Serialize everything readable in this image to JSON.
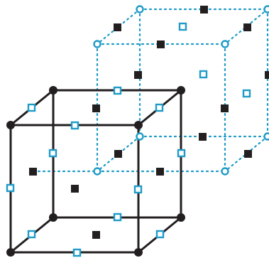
{
  "diagram": {
    "kind": "crystal-lattice-unit-cells",
    "solid_cube": {
      "edge_color": "#231f20",
      "corner_marker": "filled-circle"
    },
    "dotted_cube": {
      "edge_color": "#1f9bc7",
      "corner_marker": "hollow-circle"
    },
    "edge_site_marker": {
      "shape": "hollow-square",
      "color": "#1f9bc7"
    },
    "interstitial_marker": {
      "shape": "filled-square",
      "color": "#231f20"
    }
  }
}
